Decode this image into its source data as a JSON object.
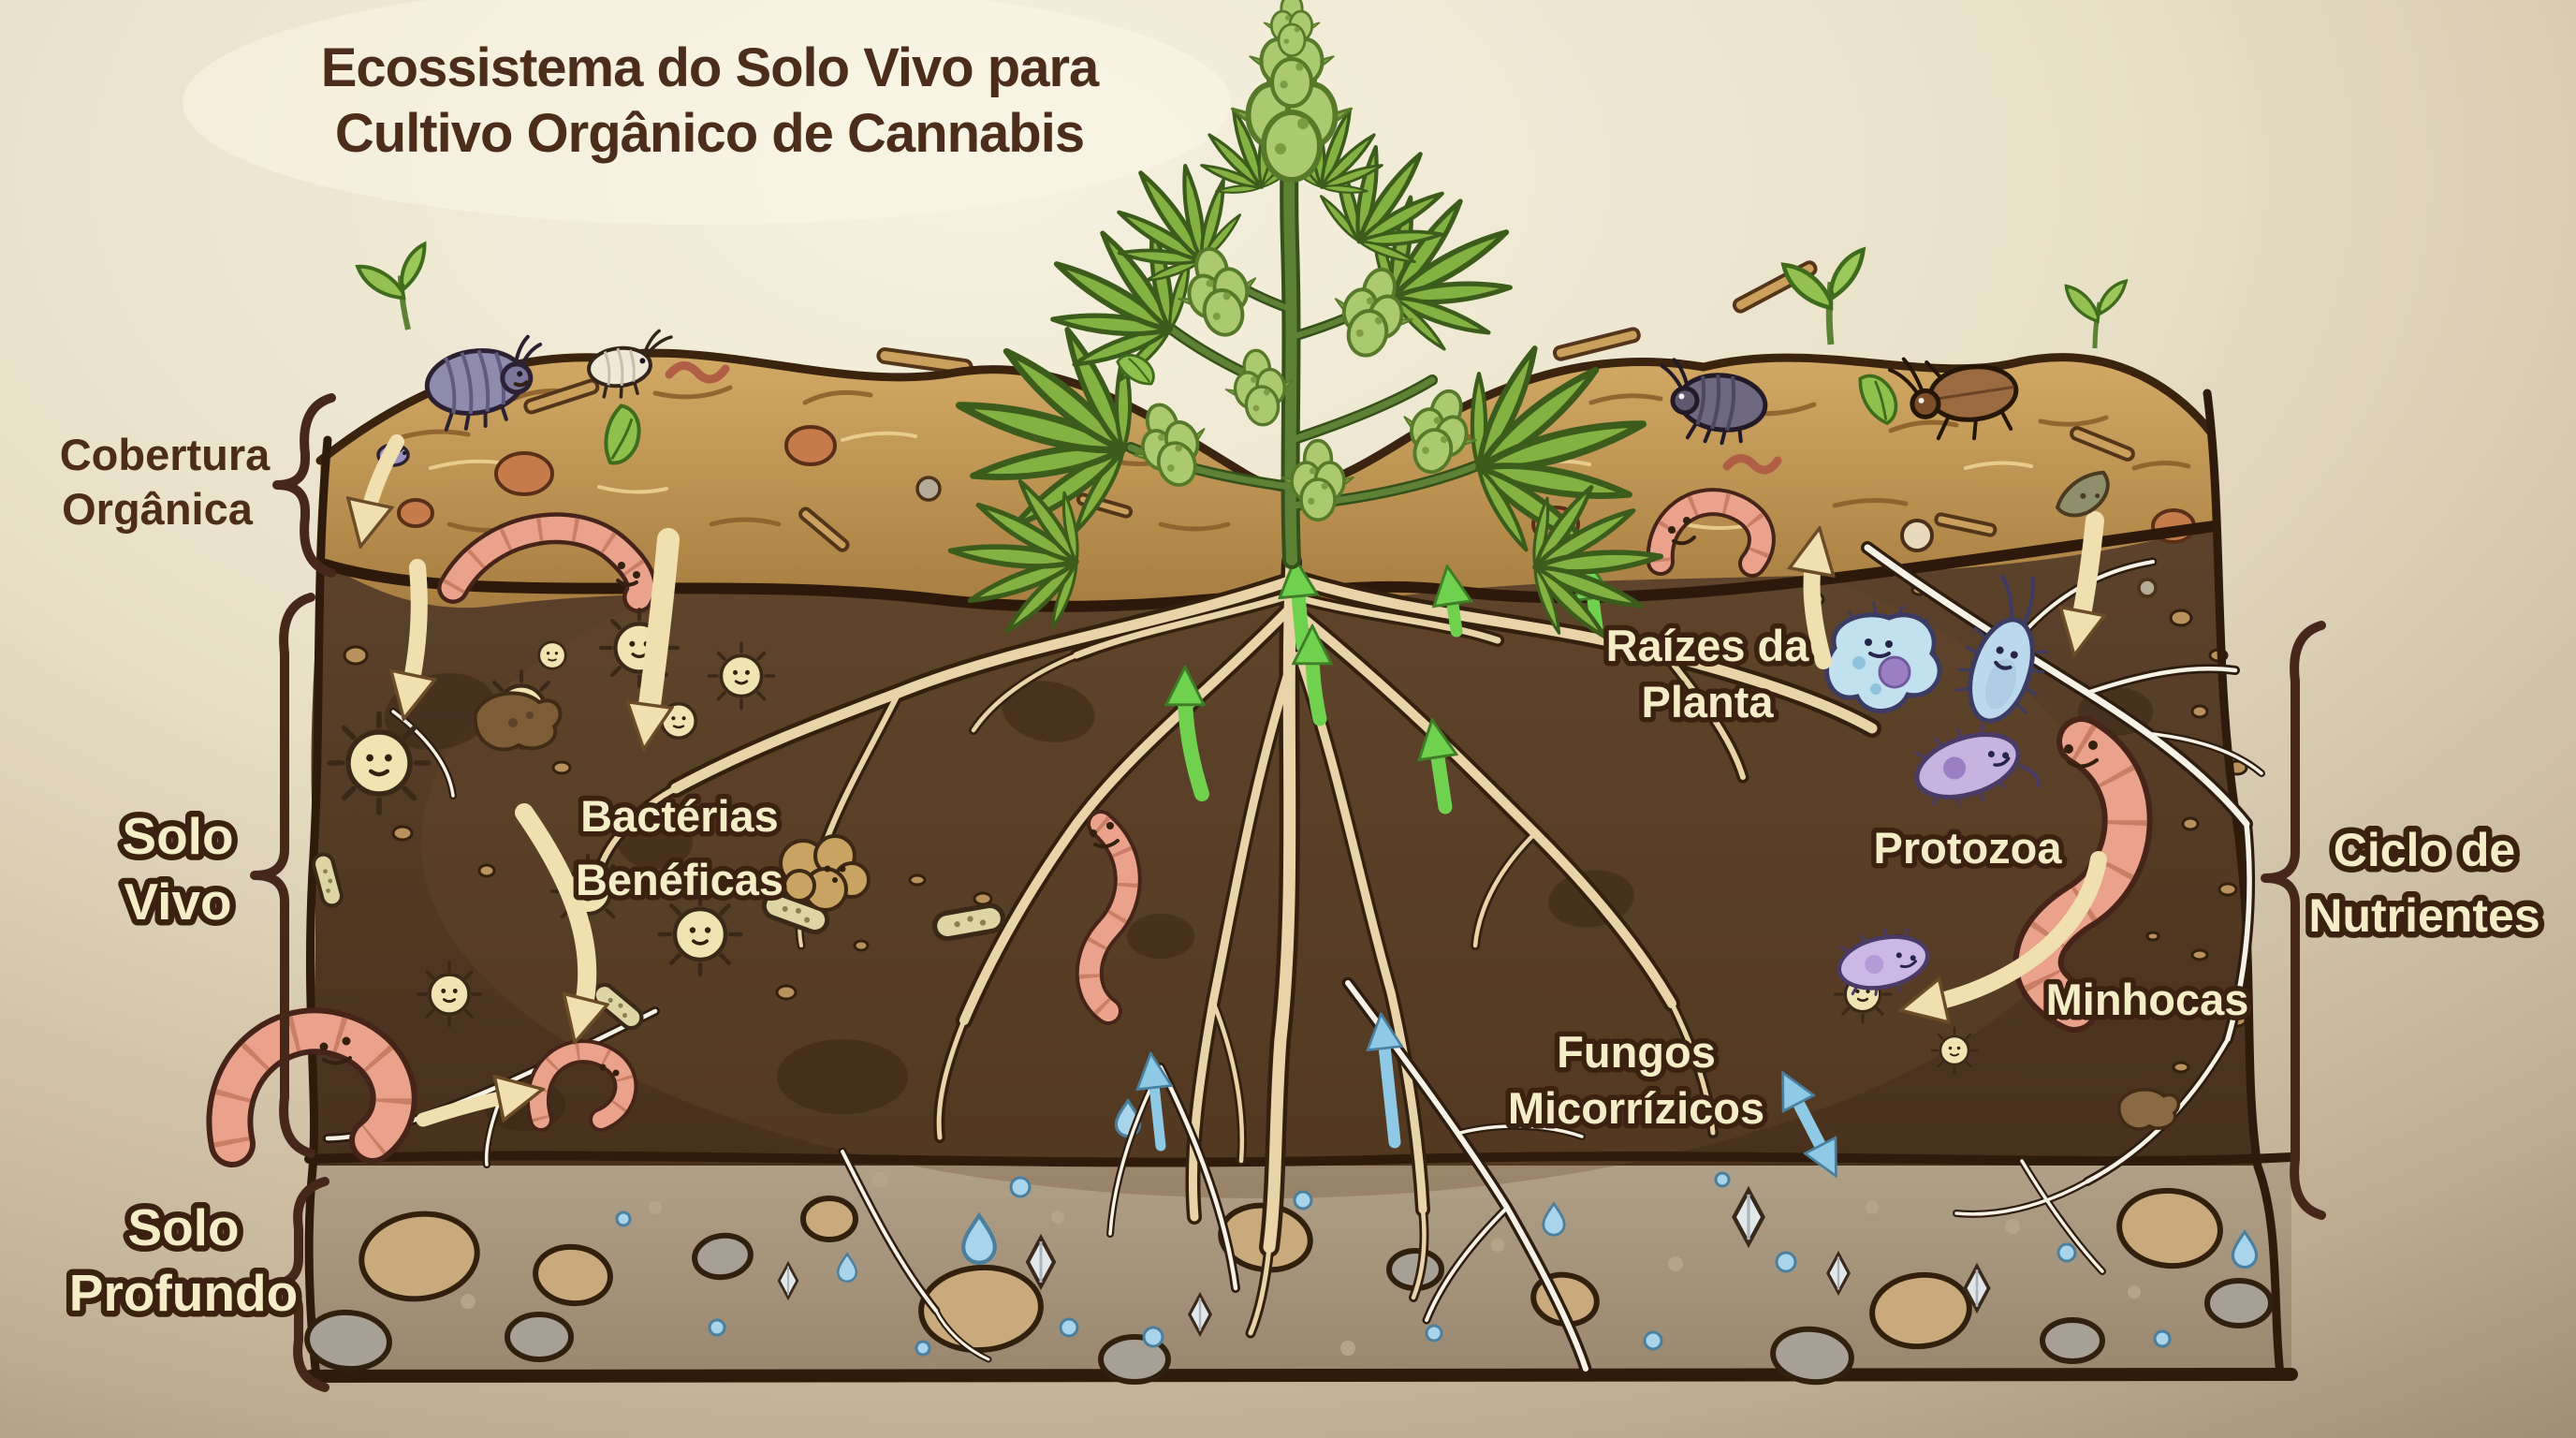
{
  "title": {
    "line1": "Ecossistema do Solo Vivo para",
    "line2": "Cultivo Orgânico de Cannabis"
  },
  "side_labels": {
    "cobertura": {
      "line1": "Cobertura",
      "line2": "Orgânica"
    },
    "solo_vivo": {
      "line1": "Solo",
      "line2": "Vivo"
    },
    "solo_profundo": {
      "line1": "Solo",
      "line2": "Profundo"
    },
    "ciclo": {
      "line1": "Ciclo de",
      "line2": "Nutrientes"
    }
  },
  "annotations": {
    "raizes": {
      "line1": "Raízes da",
      "line2": "Planta"
    },
    "bacterias": {
      "line1": "Bactérias",
      "line2": "Benéficas"
    },
    "protozoa": {
      "label": "Protozoa"
    },
    "minhocas": {
      "label": "Minhocas"
    },
    "fungos": {
      "line1": "Fungos",
      "line2": "Micorrízicos"
    }
  },
  "colors": {
    "background_top": "#f6f2e1",
    "background_bottom": "#93826b",
    "title_text": "#4c2c1a",
    "label_fill": "#f5ecc8",
    "label_outline": "#3b2210",
    "mulch_gold": "#c69a55",
    "living_soil_brown": "#553b27",
    "deep_soil_gray": "#a5937b",
    "root_tan": "#e9d4a9",
    "fungal_white": "#f6f2e6",
    "worm_pink": "#eba28c",
    "bacteria_cream": "#f0e4b2",
    "protozoa_blue": "#c2e1ee",
    "protozoa_purple": "#c6b3e0",
    "arrow_cream": "#f0e0b0",
    "arrow_green": "#6fd14e",
    "arrow_blue": "#8ecae6",
    "plant_leaf_green": "#83b243",
    "bud_green": "#abc96e"
  }
}
